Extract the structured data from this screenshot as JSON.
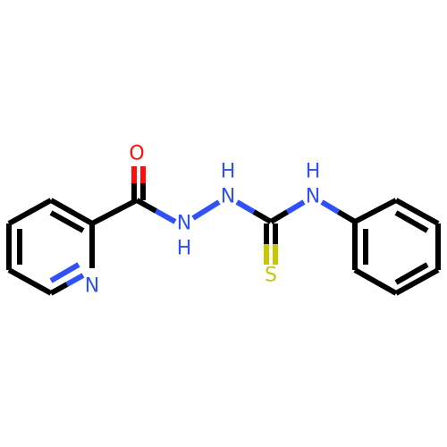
{
  "molecule": {
    "atoms": {
      "o1": {
        "symbol": "O",
        "color": "#ff0d0d"
      },
      "n_pyr": {
        "symbol": "N",
        "color": "#3050f8"
      },
      "n_a": {
        "symbol": "N",
        "color": "#3050f8"
      },
      "n_a_h": {
        "symbol": "H",
        "color": "#3050f8"
      },
      "n_b": {
        "symbol": "N",
        "color": "#3050f8"
      },
      "n_b_h": {
        "symbol": "H",
        "color": "#3050f8"
      },
      "n_c": {
        "symbol": "N",
        "color": "#3050f8"
      },
      "n_c_h": {
        "symbol": "H",
        "color": "#3050f8"
      },
      "s1": {
        "symbol": "S",
        "color": "#c8c800"
      }
    },
    "bond_color": "#000000"
  }
}
